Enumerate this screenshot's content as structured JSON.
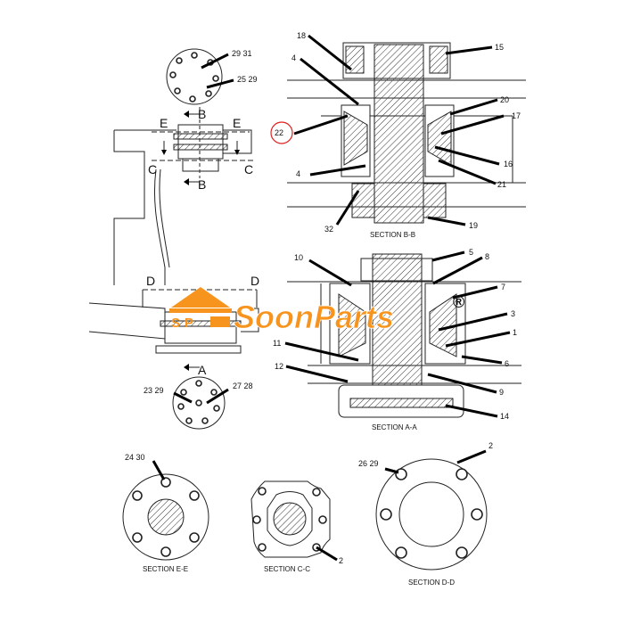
{
  "sections": {
    "bb": "SECTION B-B",
    "aa": "SECTION A-A",
    "ee": "SECTION E-E",
    "cc": "SECTION C-C",
    "dd": "SECTION D-D"
  },
  "section_marks": {
    "b": "B",
    "e": "E",
    "c": "C",
    "d": "D",
    "a": "A"
  },
  "callouts": {
    "n29_31": "29  31",
    "n25_29": "25  29",
    "n23_29": "23  29",
    "n27_28": "27  28",
    "n24_30": "24  30",
    "n26_29": "26  29",
    "n2_dd": "2",
    "n2_cc": "2",
    "n18": "18",
    "n4a": "4",
    "n22": "22",
    "n4b": "4",
    "n32": "32",
    "n15": "15",
    "n20": "20",
    "n17": "17",
    "n16": "16",
    "n21": "21",
    "n19": "19",
    "n10": "10",
    "n5": "5",
    "n8": "8",
    "n7": "7",
    "n3": "3",
    "n1": "1",
    "n6": "6",
    "n9": "9",
    "n14": "14",
    "n11": "11",
    "n12": "12"
  },
  "watermark": {
    "text": "SoonParts",
    "mark": "®",
    "color": "#f7941d"
  },
  "highlight_color": "#e02020"
}
